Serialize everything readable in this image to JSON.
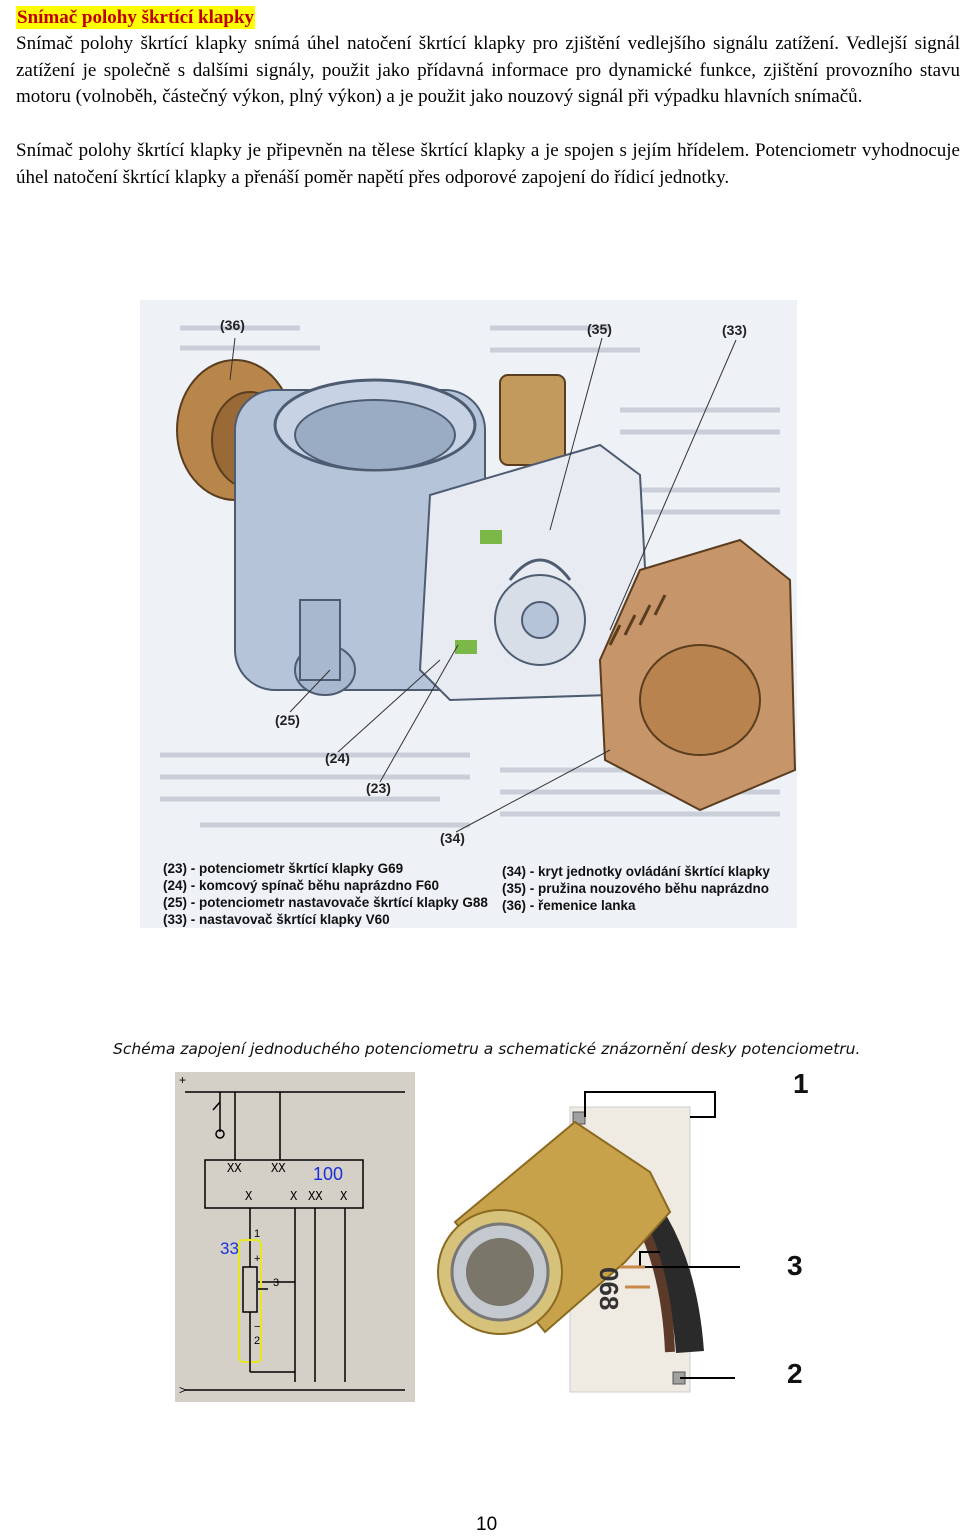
{
  "heading": "Snímač polohy škrtící klapky",
  "paragraph1": "Snímač polohy škrtící klapky snímá úhel natočení škrtící klapky pro zjištění vedlejšího signálu zatížení. Vedlejší signál zatížení je společně s dalšími signály, použit jako přídavná informace pro dynamické funkce, zjištění provozního stavu motoru (volnoběh, částečný výkon, plný výkon) a je použit jako nouzový signál při výpadku hlavních snímačů.",
  "paragraph2": "Snímač polohy škrtící klapky je připevněn na tělese škrtící klapky a je spojen s jejím hřídelem. Potenciometr vyhodnocuje úhel natočení škrtící klapky a přenáší poměr napětí přes odporové zapojení do řídicí jednotky.",
  "figure1": {
    "callouts": [
      "(36)",
      "(35)",
      "(33)",
      "(25)",
      "(24)",
      "(23)",
      "(34)"
    ],
    "legend_left": [
      "(23) - potenciometr škrtící klapky G69",
      "(24) - komcový spínač běhu naprázdno F60",
      "(25) - potenciometr nastavovače škrtící klapky G88",
      "(33) - nastavovač škrtící klapky V60"
    ],
    "legend_right": [
      "(34) - kryt jednotky ovládání škrtící klapky",
      "(35) - pružina nouzového běhu naprázdno",
      "(36) - řemenice lanka"
    ]
  },
  "figure2": {
    "title": "Schéma zapojení jednoduchého potenciometru a schematické znázornění desky potenciometru.",
    "schematic": {
      "unit": "100",
      "component": "33",
      "pin1": "1",
      "pin2": "2",
      "pin3": "3",
      "plus": "+",
      "minus": "−"
    },
    "board_text": "068",
    "pins": [
      "1",
      "3",
      "2"
    ]
  },
  "page_number": "10",
  "colors": {
    "heading_text": "#c00000",
    "heading_highlight": "#ffff00",
    "housing": "#b5c4d8",
    "cover": "#c6956a",
    "schematic_bg": "#d4d0c8",
    "schematic_blue": "#1a2fd8",
    "schematic_yellow": "#e8e820"
  }
}
